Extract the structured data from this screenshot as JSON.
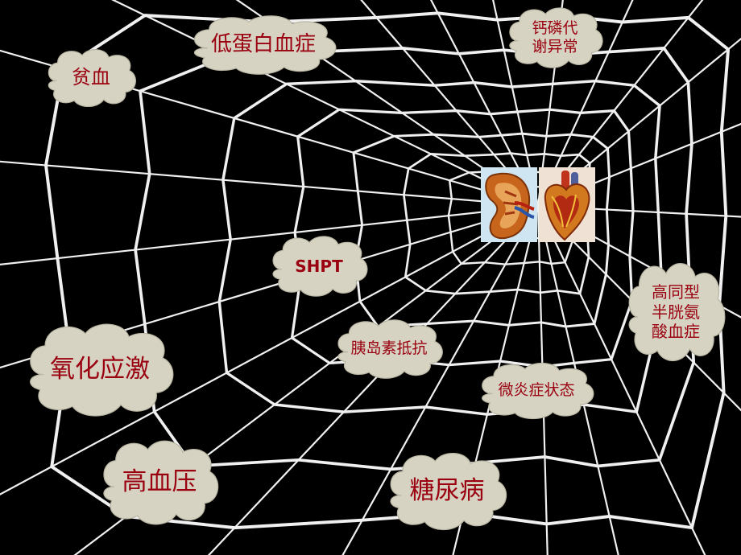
{
  "colors": {
    "background": "#000000",
    "web_strand": "#f0f0f0",
    "cloud_fill": "#d6d3c3",
    "cloud_outline": "#b9b5a2",
    "label_text": "#9a0010"
  },
  "center_image": {
    "items": [
      {
        "icon": "kidney-icon"
      },
      {
        "icon": "heart-icon"
      }
    ]
  },
  "clouds": {
    "anemia": "贫血",
    "hypoalbuminemia": "低蛋白血症",
    "calcium_phosphate": "钙磷代\n谢异常",
    "shpt": "SHPT",
    "homocysteinemia": "高同型\n半胱氨\n酸血症",
    "insulin_resistance": "胰岛素抵抗",
    "oxidative_stress": "氧化应激",
    "microinflammation": "微炎症状态",
    "hypertension": "高血压",
    "diabetes": "糖尿病"
  }
}
